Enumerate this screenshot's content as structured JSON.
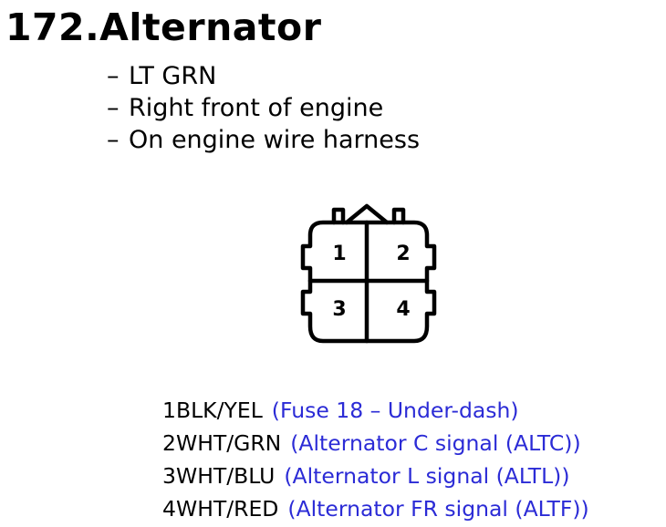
{
  "header": {
    "title": "172.Alternator"
  },
  "notes": [
    {
      "dash": "–",
      "text": "LT GRN"
    },
    {
      "dash": "–",
      "text": "Right front of engine"
    },
    {
      "dash": "–",
      "text": "On engine wire harness"
    }
  ],
  "connector": {
    "pin_labels": [
      "1",
      "2",
      "3",
      "4"
    ]
  },
  "pins": [
    {
      "id": "1BLK/YEL",
      "desc": "(Fuse 18 – Under-dash)"
    },
    {
      "id": "2WHT/GRN",
      "desc": "(Alternator C signal (ALTC))"
    },
    {
      "id": "3WHT/BLU",
      "desc": "(Alternator L signal (ALTL))"
    },
    {
      "id": "4WHT/RED",
      "desc": "(Alternator FR signal (ALTF))"
    }
  ],
  "colors": {
    "text": "#000000",
    "description": "#2b2bd6"
  }
}
